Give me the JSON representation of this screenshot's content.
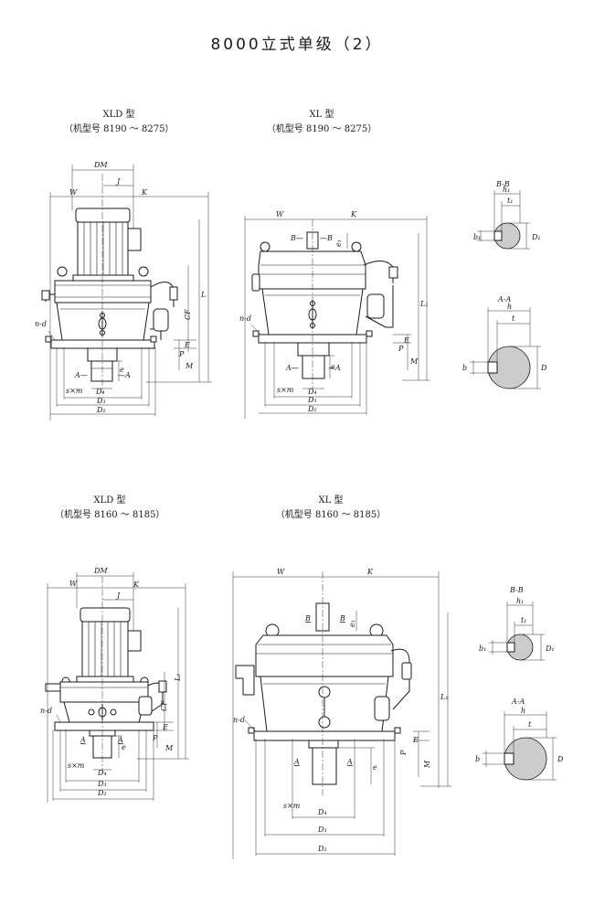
{
  "page": {
    "title": "8000立式单级（2）"
  },
  "views": [
    {
      "model": "XLD 型",
      "range": "（机型号 8190 ～ 8275）"
    },
    {
      "model": "XL 型",
      "range": "（机型号 8190 ～ 8275）"
    },
    {
      "model": "XLD 型",
      "range": "（机型号 8160 ～ 8185）"
    },
    {
      "model": "XL 型",
      "range": "（机型号 8160 ～ 8185）"
    }
  ],
  "labels": {
    "DM": "DM",
    "W": "W",
    "J": "J",
    "K": "K",
    "L": "L",
    "L1": "L₁",
    "CF": "CF",
    "nd": "n-d",
    "P": "P",
    "E": "E",
    "M": "M",
    "e": "e",
    "A": "A",
    "sm": "s×m",
    "D4": "D₄",
    "D3": "D₃",
    "D2": "D₂",
    "B": "B",
    "e1": "e₁",
    "h": "h",
    "h1": "h₁",
    "t": "t",
    "t1": "t₁",
    "b": "b",
    "b1": "b₁",
    "D": "D",
    "D1": "D₁",
    "BB": "B-B",
    "AA": "A-A",
    "Aarrow_l": "A—",
    "Aarrow_r": "—A",
    "Barrow_l": "B—",
    "Barrow_r": "—B"
  }
}
